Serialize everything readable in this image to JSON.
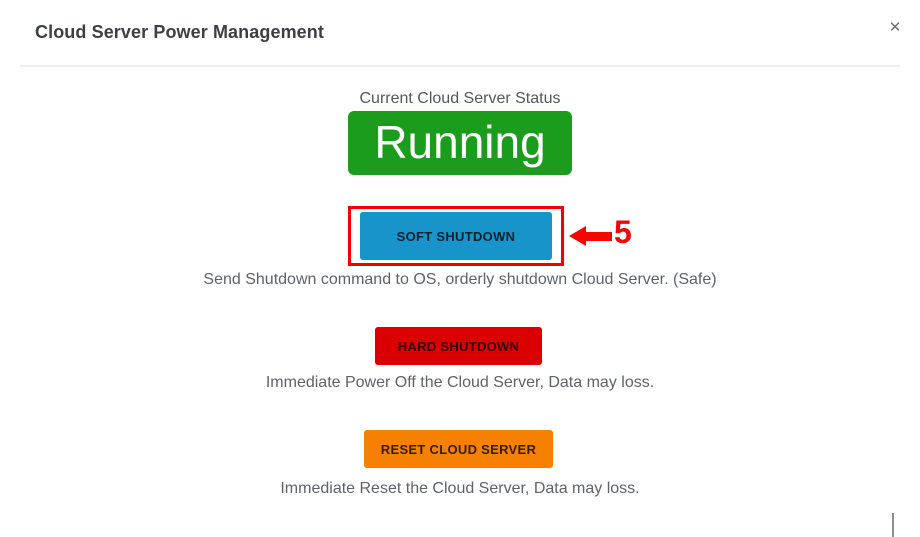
{
  "modal": {
    "title": "Cloud Server Power Management",
    "close_glyph": "✕"
  },
  "status": {
    "label": "Current Cloud Server Status",
    "value": "Running",
    "color": "#1b9c1d"
  },
  "actions": [
    {
      "id": "soft-shutdown",
      "label": "SOFT SHUTDOWN",
      "description": "Send Shutdown command to OS, orderly shutdown Cloud Server. (Safe)",
      "color": "#1795cb"
    },
    {
      "id": "hard-shutdown",
      "label": "HARD SHUTDOWN",
      "description": "Immediate Power Off the Cloud Server, Data may loss.",
      "color": "#db0000"
    },
    {
      "id": "reset-cloud-server",
      "label": "RESET CLOUD SERVER",
      "description": "Immediate Reset the Cloud Server, Data may loss.",
      "color": "#f68000"
    }
  ],
  "annotation": {
    "step_number": "5",
    "arrow_color": "#f70505",
    "box_color": "#f20000"
  }
}
